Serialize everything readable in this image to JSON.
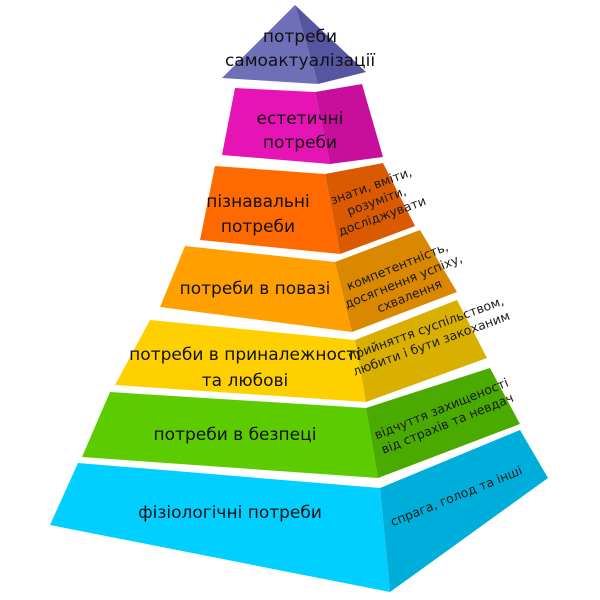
{
  "levels": [
    {
      "front": [
        "потреби",
        "самоактуалізації"
      ],
      "side": [],
      "colors": {
        "front": "#6f6fb8",
        "side": "#5656a0"
      }
    },
    {
      "front": [
        "естетичні",
        "потреби"
      ],
      "side": [],
      "colors": {
        "front": "#e614b4",
        "side": "#c80f9c"
      }
    },
    {
      "front": [
        "пізнавальні",
        "потреби"
      ],
      "side": [
        "знати, вміти,",
        "розуміти,",
        "досліджувати"
      ],
      "colors": {
        "front": "#ff6a00",
        "side": "#d95a00"
      }
    },
    {
      "front": [
        "потреби в повазі"
      ],
      "side": [
        "компетентність,",
        "досягнення успіху,",
        "схвалення"
      ],
      "colors": {
        "front": "#ffa000",
        "side": "#d98800"
      }
    },
    {
      "front": [
        "потреби в приналежності",
        "та любові"
      ],
      "side": [
        "прийняття суспільством,",
        "любити і бути закоханим"
      ],
      "colors": {
        "front": "#ffd000",
        "side": "#d9b000"
      }
    },
    {
      "front": [
        "потреби в безпеці"
      ],
      "side": [
        "відчуття захищеності",
        "від страхів та невдач"
      ],
      "colors": {
        "front": "#5ccc00",
        "side": "#4aaa00"
      }
    },
    {
      "front": [
        "фізіологічні потреби"
      ],
      "side": [
        "спрага, голод та інші"
      ],
      "colors": {
        "front": "#00cfff",
        "side": "#00aedb"
      }
    }
  ]
}
